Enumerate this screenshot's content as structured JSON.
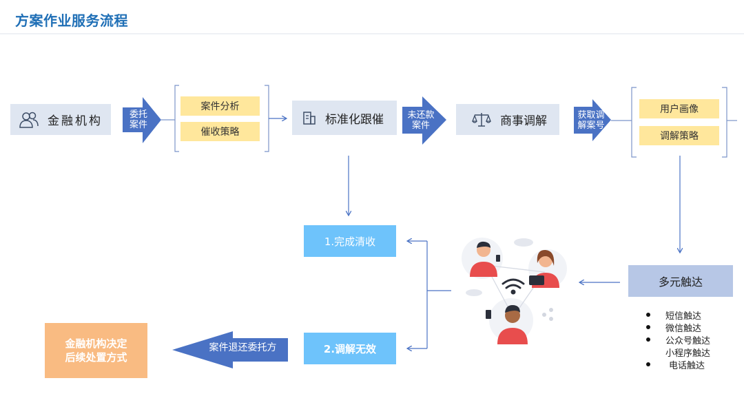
{
  "title": "方案作业服务流程",
  "nodes": {
    "institution": "金融机构",
    "standard_collection": "标准化跟催",
    "mediation": "商事调解",
    "complete": "1.完成清收",
    "invalid": "2.调解无效",
    "multi_touch": "多元触达",
    "decision_line1": "金融机构决定",
    "decision_line2": "后续处置方式"
  },
  "arrows": {
    "delegate_line1": "委托",
    "delegate_line2": "案件",
    "unpaid_line1": "未还款",
    "unpaid_line2": "案件",
    "obtain_line1": "获取调",
    "obtain_line2": "解案号",
    "return_case": "案件退还委托方"
  },
  "bracket1": [
    "案件分析",
    "催收策略"
  ],
  "bracket2": [
    "用户画像",
    "调解策略"
  ],
  "touch_channels": [
    "短信触达",
    "微信触达",
    "公众号触达",
    "小程序触达",
    "电话触达"
  ],
  "colors": {
    "title": "#1f6fb6",
    "arrow_blue": "#4a72c4",
    "gray_box": "#dfe6f1",
    "yellow_box": "#ffe79c",
    "light_blue": "#6ec3fb",
    "orange": "#f9bb82",
    "touch_box": "#b7c7e6"
  }
}
